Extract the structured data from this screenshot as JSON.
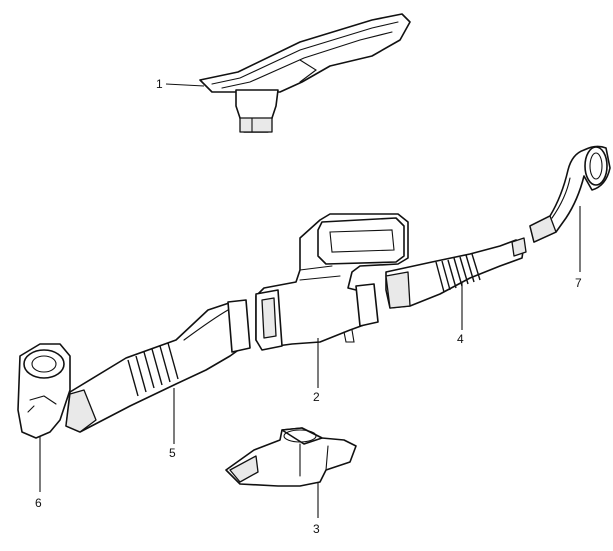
{
  "diagram": {
    "callouts": [
      {
        "id": "part-1",
        "label": "1"
      },
      {
        "id": "part-2",
        "label": "2"
      },
      {
        "id": "part-3",
        "label": "3"
      },
      {
        "id": "part-4",
        "label": "4"
      },
      {
        "id": "part-5",
        "label": "5"
      },
      {
        "id": "part-6",
        "label": "6"
      },
      {
        "id": "part-7",
        "label": "7"
      }
    ]
  }
}
